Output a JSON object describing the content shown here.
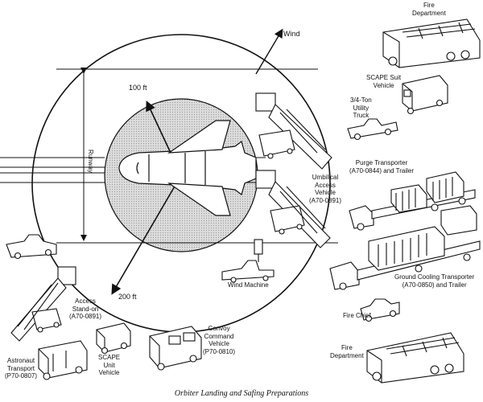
{
  "caption": "Orbiter Landing and Safing Preparations",
  "dimensions": {
    "radius_large": "200 ft",
    "radius_small": "100 ft"
  },
  "wind_label": "Wind",
  "runway_label": "Runway",
  "vehicles": {
    "fire_department_top": [
      "Fire",
      "Department"
    ],
    "scape_suit_vehicle": [
      "SCAPE Suit",
      "Vehicle"
    ],
    "utility_truck": [
      "3/4-Ton",
      "Utility",
      "Truck"
    ],
    "purge_transporter": [
      "Purge Transporter",
      "(A70-0844) and Trailer"
    ],
    "umbilical_access": [
      "Umbilical",
      "Access",
      "Vehicle",
      "(A70-0891)"
    ],
    "ground_cooling": [
      "Ground Cooling Transporter",
      "(A70-0850) and Trailer"
    ],
    "wind_machine": [
      "Wind Machine"
    ],
    "access_standon": [
      "Access",
      "Stand-on",
      "(A70-0891)"
    ],
    "convoy_command": [
      "Convoy",
      "Command",
      "Vehicle",
      "(P70-0810)"
    ],
    "scape_unit": [
      "SCAPE",
      "Unit",
      "Vehicle"
    ],
    "astronaut_transport": [
      "Astronaut",
      "Transport",
      "(P70-0807)"
    ],
    "fire_chief": [
      "Fire Chief"
    ],
    "fire_department_bottom": [
      "Fire",
      "Department"
    ]
  },
  "colors": {
    "ink": "#111111",
    "inner_zone": "#d9d9d9",
    "paper": "#ffffff"
  }
}
